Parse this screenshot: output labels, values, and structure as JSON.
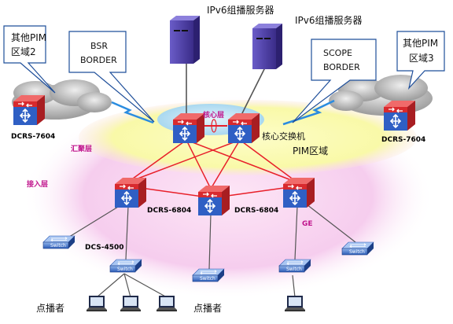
{
  "labels": {
    "ipv6_server_1": "IPv6组播服务器",
    "ipv6_server_2": "IPv6组播服务器",
    "other_pim_2_line1": "其他PIM",
    "other_pim_2_line2": "区域2",
    "other_pim_3_line1": "其他PIM",
    "other_pim_3_line2": "区域3",
    "bsr_line1": "BSR",
    "bsr_line2": "BORDER",
    "scope_line1": "SCOPE",
    "scope_line2": "BORDER",
    "core_layer": "核心层",
    "core_switch": "核心交换机",
    "pim_domain": "PIM区域",
    "aggregation_layer": "汇聚层",
    "access_layer": "接入层",
    "ge": "GE",
    "unicast_left": "点播者",
    "unicast_right": "点播者"
  },
  "devices": {
    "dcrs7604_left": "DCRS-7604",
    "dcrs7604_right": "DCRS-7604",
    "dcrs6804_left": "DCRS-6804",
    "dcrs6804_right": "DCRS-6804",
    "dcs4500": "DCS-4500",
    "switch": "Switch"
  },
  "colors": {
    "link_red": "#e8202a",
    "link_dark": "#555555",
    "server": "#4a3aa0",
    "router_red": "#d82a2e",
    "router_blue": "#2f5fc4",
    "outer_ellipse": "#f7d4f0",
    "inner_ellipse": "#fbfbb8",
    "core_ellipse": "#bfe3f5",
    "layer_text": "#c0148c"
  }
}
